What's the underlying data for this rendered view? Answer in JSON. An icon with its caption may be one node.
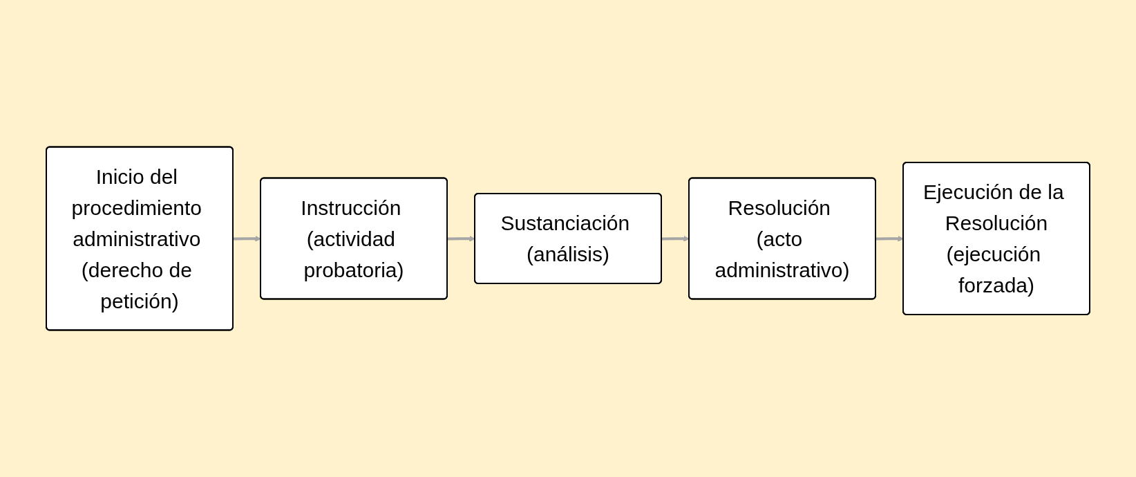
{
  "diagram": {
    "nodes": [
      {
        "text": [
          "Inicio del procedimiento administrativo (derecho de petición)"
        ]
      },
      {
        "text": [
          "Instrucción (actividad probatoria)"
        ]
      },
      {
        "text": [
          "Sustanciación (análisis)"
        ]
      },
      {
        "text": [
          "Resolución (acto administrativo)"
        ]
      },
      {
        "text": [
          "Ejecución de la Resolución",
          "(ejecución forzada)"
        ]
      }
    ],
    "edges": [
      {
        "from": 0,
        "to": 1,
        "arrow": "to"
      },
      {
        "from": 1,
        "to": 2,
        "arrow": "to"
      },
      {
        "from": 2,
        "to": 3,
        "arrow": "to"
      },
      {
        "from": 3,
        "to": 4,
        "arrow": "to"
      }
    ]
  }
}
